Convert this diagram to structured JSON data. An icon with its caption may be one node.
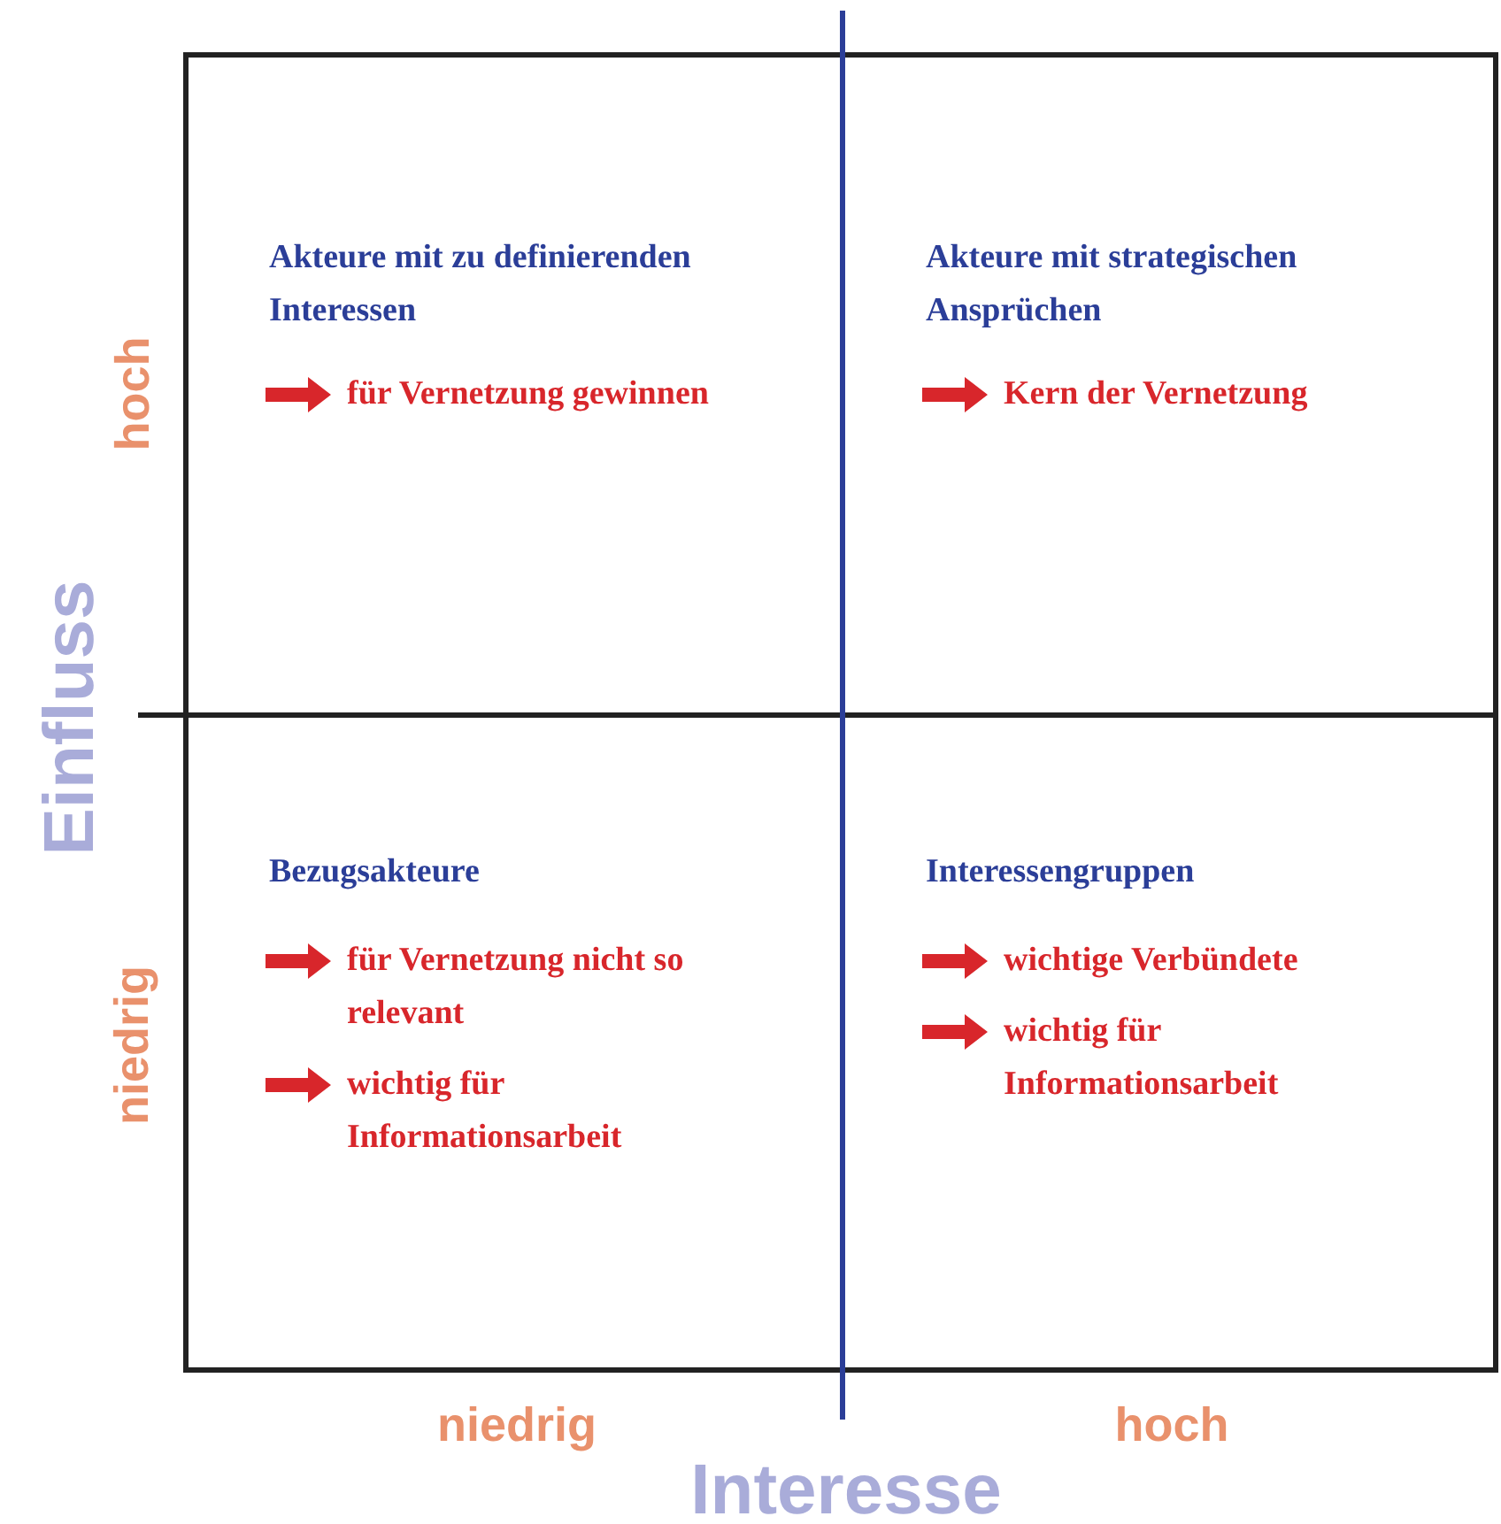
{
  "diagram": {
    "nodes": [
      {
        "text": [
          "Akteure mit zu definierenden Interessen",
          "für Vernetzung gewinnen"
        ]
      },
      {
        "text": [
          "Akteure mit strategischen Ansprüchen",
          "Kern der Vernetzung"
        ]
      },
      {
        "text": [
          "Bezugsakteure",
          "für Vernetzung nicht so relevant",
          "wichtig für Informationsarbeit"
        ]
      },
      {
        "text": [
          "Interessengruppen",
          "wichtige Verbündete",
          "wichtig für Informationsarbeit"
        ]
      }
    ],
    "labels": [
      "hoch",
      "Einfluss",
      "niedrig",
      "niedrig",
      "hoch",
      "Interesse"
    ]
  }
}
